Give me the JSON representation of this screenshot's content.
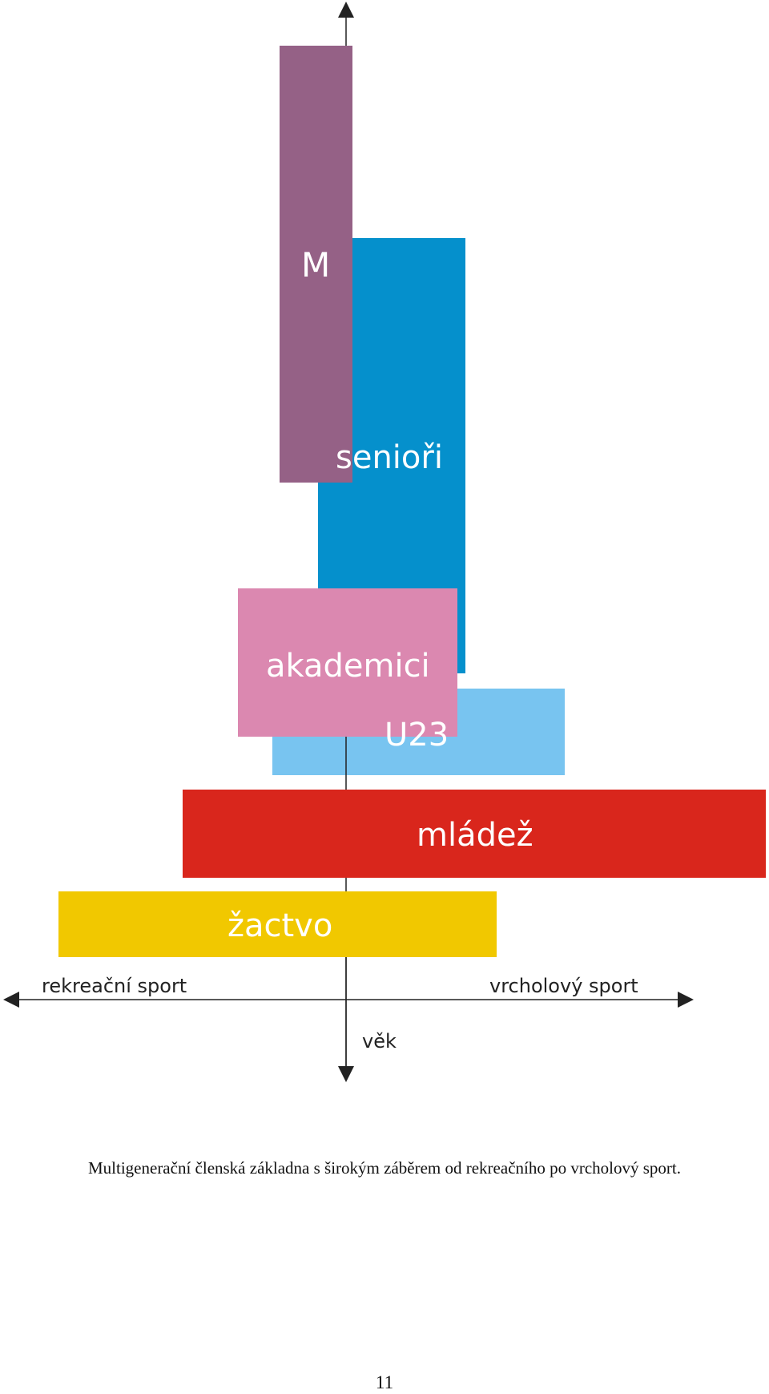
{
  "groups": {
    "m": {
      "label": "M",
      "color": "#956186"
    },
    "seniori": {
      "label": "senioři",
      "color": "#0590cc"
    },
    "akademici": {
      "label": "akademici",
      "color": "#db88b0"
    },
    "u23": {
      "label": "U23",
      "color": "#78c4f0"
    },
    "mladez": {
      "label": "mládež",
      "color": "#d9261c"
    },
    "zactvo": {
      "label": "žactvo",
      "color": "#f1c800"
    }
  },
  "axes": {
    "left_label": "rekreační sport",
    "right_label": "vrcholový sport",
    "vertical_label": "věk",
    "color": "#222222"
  },
  "caption": "Multigenerační členská základna s širokým záběrem od rekreačního po vrcholový sport.",
  "page_number": "11"
}
